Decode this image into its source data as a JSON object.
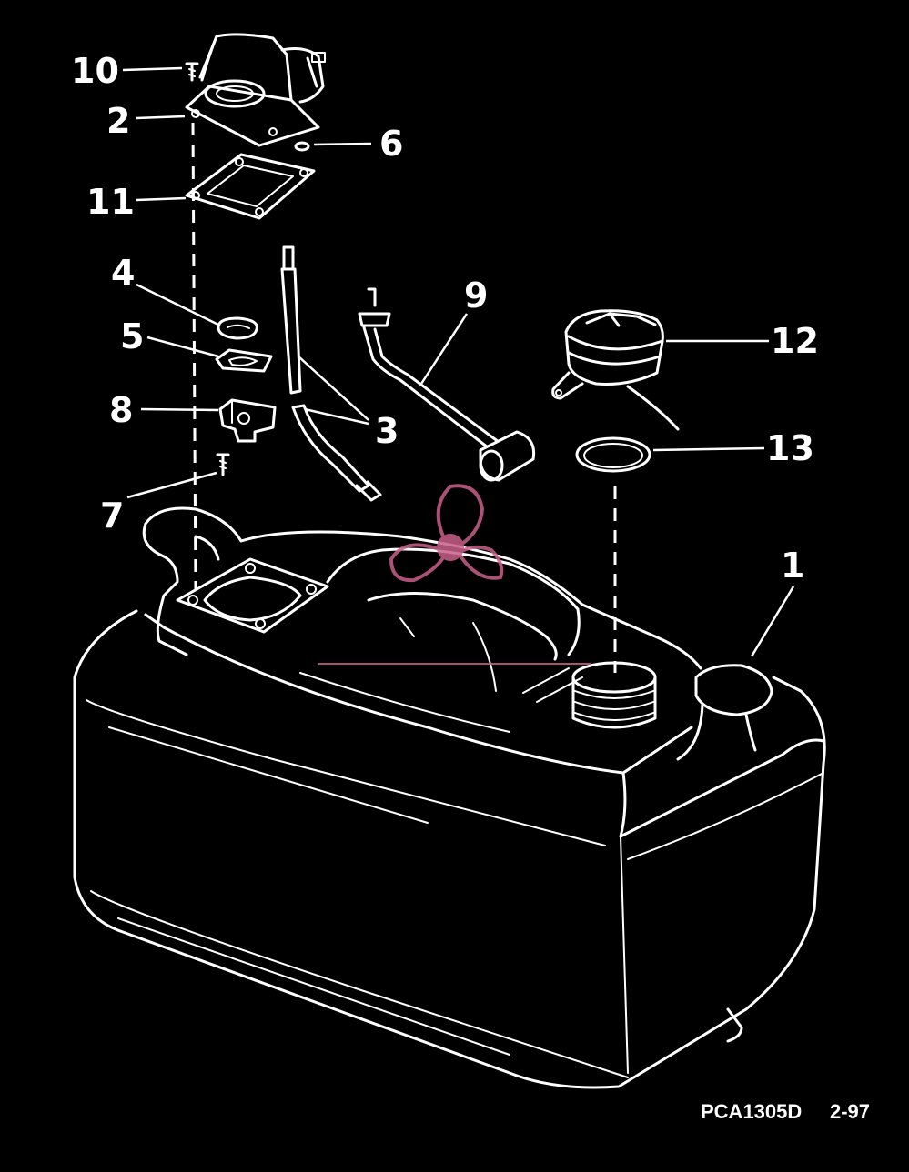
{
  "callouts": [
    {
      "id": "10",
      "text": "10"
    },
    {
      "id": "2",
      "text": "2"
    },
    {
      "id": "6",
      "text": "6"
    },
    {
      "id": "11",
      "text": "11"
    },
    {
      "id": "4",
      "text": "4"
    },
    {
      "id": "5",
      "text": "5"
    },
    {
      "id": "8",
      "text": "8"
    },
    {
      "id": "7",
      "text": "7"
    },
    {
      "id": "3",
      "text": "3"
    },
    {
      "id": "9",
      "text": "9"
    },
    {
      "id": "12",
      "text": "12"
    },
    {
      "id": "13",
      "text": "13"
    },
    {
      "id": "1",
      "text": "1"
    }
  ],
  "footer": {
    "drawing_code": "PCA1305D",
    "date_code": "2-97"
  },
  "colors": {
    "background": "#000000",
    "line": "#ffffff",
    "watermark": "#c8608a"
  },
  "watermark_icon": "propeller-logo-icon"
}
